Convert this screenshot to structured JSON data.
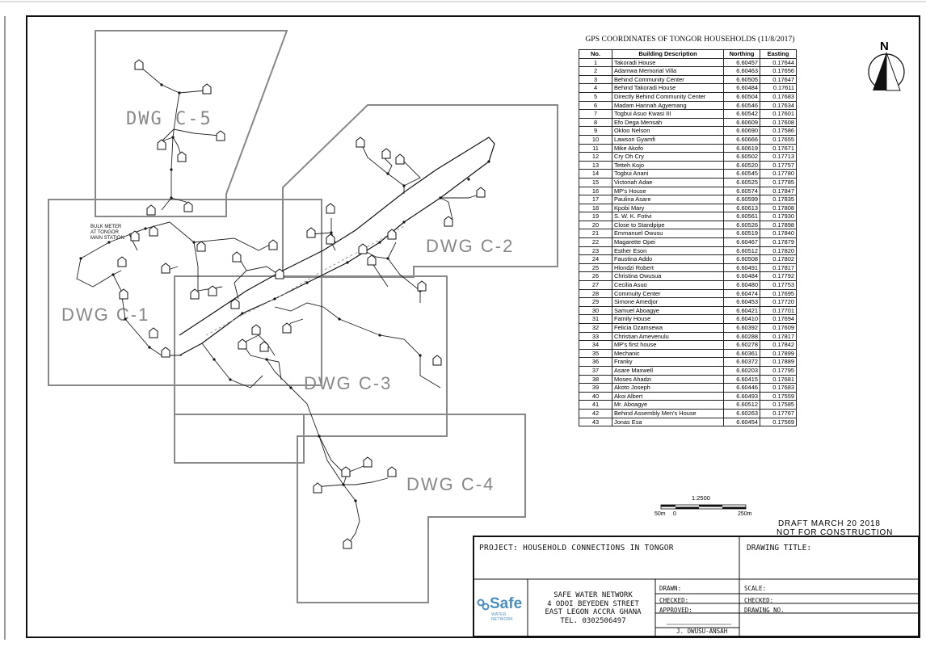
{
  "drawing_labels": {
    "c5": "DWG C-5",
    "c2": "DWG C-2",
    "c1": "DWG C-1",
    "c3": "DWG C-3",
    "c4": "DWG C-4"
  },
  "bulk_meter": {
    "line1": "BULK METER",
    "line2": "AT TONGOR",
    "line3": "MAIN STATION"
  },
  "north_label": "N",
  "gps_table": {
    "title": "GPS COORDINATES OF TONGOR HOUSEHOLDS (11/8/2017)",
    "headers": [
      "No.",
      "Building Description",
      "Northing",
      "Easting"
    ],
    "rows": [
      [
        "1",
        "Takoradi House",
        "6.60457",
        "0.17644"
      ],
      [
        "2",
        "Adamwa Memorial Villa",
        "6.60463",
        "0.17656"
      ],
      [
        "3",
        "Behind Community Center",
        "6.60505",
        "0.17647"
      ],
      [
        "4",
        "Behind Takoradi House",
        "6.60484",
        "0.17611"
      ],
      [
        "5",
        "Directly Behind Community Center",
        "6.60504",
        "0.17683"
      ],
      [
        "6",
        "Madam Hannah Agyemang",
        "6.60546",
        "0.17634"
      ],
      [
        "7",
        "Togbui Asuo Kwasi III",
        "6.60542",
        "0.17601"
      ],
      [
        "8",
        "Efo Dega Mensah",
        "6.60609",
        "0.17608"
      ],
      [
        "9",
        "Okloo Nelson",
        "6.60690",
        "0.17586"
      ],
      [
        "10",
        "Lawson Gyamfi",
        "6.60666",
        "0.17655"
      ],
      [
        "11",
        "Mike Akofo",
        "6.60619",
        "0.17671"
      ],
      [
        "12",
        "Cry Oh Cry",
        "6.60502",
        "0.17713"
      ],
      [
        "13",
        "Tetteh Kojo",
        "6.60520",
        "0.17757"
      ],
      [
        "14",
        "Togbui Anani",
        "6.60545",
        "0.17780"
      ],
      [
        "15",
        "Victoriah Adae",
        "6.60525",
        "0.17785"
      ],
      [
        "16",
        "MP's House",
        "6.60574",
        "0.17847"
      ],
      [
        "17",
        "Paulina Asare",
        "6.60599",
        "0.17835"
      ],
      [
        "18",
        "Kpobi Mary",
        "6.60613",
        "0.17808"
      ],
      [
        "19",
        "S. W. K. Fotivi",
        "6.60561",
        "0.17930"
      ],
      [
        "20",
        "Close to Standpipe",
        "6.60526",
        "0.17898"
      ],
      [
        "21",
        "Emmanuel Owusu",
        "6.60519",
        "0.17840"
      ],
      [
        "22",
        "Magarette Opei",
        "6.60467",
        "0.17879"
      ],
      [
        "23",
        "Esther Eson",
        "6.60512",
        "0.17820"
      ],
      [
        "24",
        "Faustina Addo",
        "6.60508",
        "0.17802"
      ],
      [
        "25",
        "Hlondzi Robert",
        "6.60491",
        "0.17817"
      ],
      [
        "26",
        "Christina Owusua",
        "6.60484",
        "0.17792"
      ],
      [
        "27",
        "Cecilia Asuo",
        "6.60480",
        "0.17753"
      ],
      [
        "28",
        "Commuity Center",
        "6.60474",
        "0.17695"
      ],
      [
        "29",
        "Simone Amedjor",
        "6.60453",
        "0.17720"
      ],
      [
        "30",
        "Samuel Aboagye",
        "6.60421",
        "0.17701"
      ],
      [
        "31",
        "Family House",
        "6.60410",
        "0.17694"
      ],
      [
        "32",
        "Felicia Dzamsewa",
        "6.60392",
        "0.17609"
      ],
      [
        "33",
        "Christian Amevenulu",
        "6.60288",
        "0.17817"
      ],
      [
        "34",
        "MP's first house",
        "6.60278",
        "0.17842"
      ],
      [
        "35",
        "Mechanic",
        "6.60361",
        "0.17899"
      ],
      [
        "36",
        "Franky",
        "6.60372",
        "0.17889"
      ],
      [
        "37",
        "Asare Maxwell",
        "6.60203",
        "0.17795"
      ],
      [
        "38",
        "Moses Ahadzi",
        "6.60415",
        "0.17681"
      ],
      [
        "39",
        "Akoto Joseph",
        "6.60446",
        "0.17683"
      ],
      [
        "40",
        "Akoi Albert",
        "6.60493",
        "0.17559"
      ],
      [
        "41",
        "Mr. Aboagye",
        "6.60512",
        "0.17585"
      ],
      [
        "42",
        "Behind Assembly Men's House",
        "6.60263",
        "0.17767"
      ],
      [
        "43",
        "Jonas Esa",
        "6.60454",
        "0.17569"
      ]
    ]
  },
  "scale_bar": {
    "ratio": "1:2500",
    "left": "50m",
    "zero": "0",
    "right": "250m"
  },
  "draft": {
    "line1": "DRAFT MARCH 20 2018",
    "line2": "NOT FOR CONSTRUCTION"
  },
  "title_block": {
    "project": "PROJECT: HOUSEHOLD CONNECTIONS IN TONGOR",
    "drawing_title": "DRAWING TITLE:",
    "logo_word": "Safe",
    "logo_sub": "WATER NETWORK",
    "company": [
      "SAFE WATER NETWORK",
      "4 ODOI BEYEDEN STREET",
      "EAST LEGON ACCRA GHANA",
      "TEL. 0302506497"
    ],
    "drawn": "DRAWN:",
    "checked": "CHECKED:",
    "approved": "APPROVED:",
    "approver": "J. OWUSU-ANSAH",
    "scale": "SCALE:",
    "checked2": "CHECKED:",
    "drawing_no": "DRAWING NO."
  }
}
